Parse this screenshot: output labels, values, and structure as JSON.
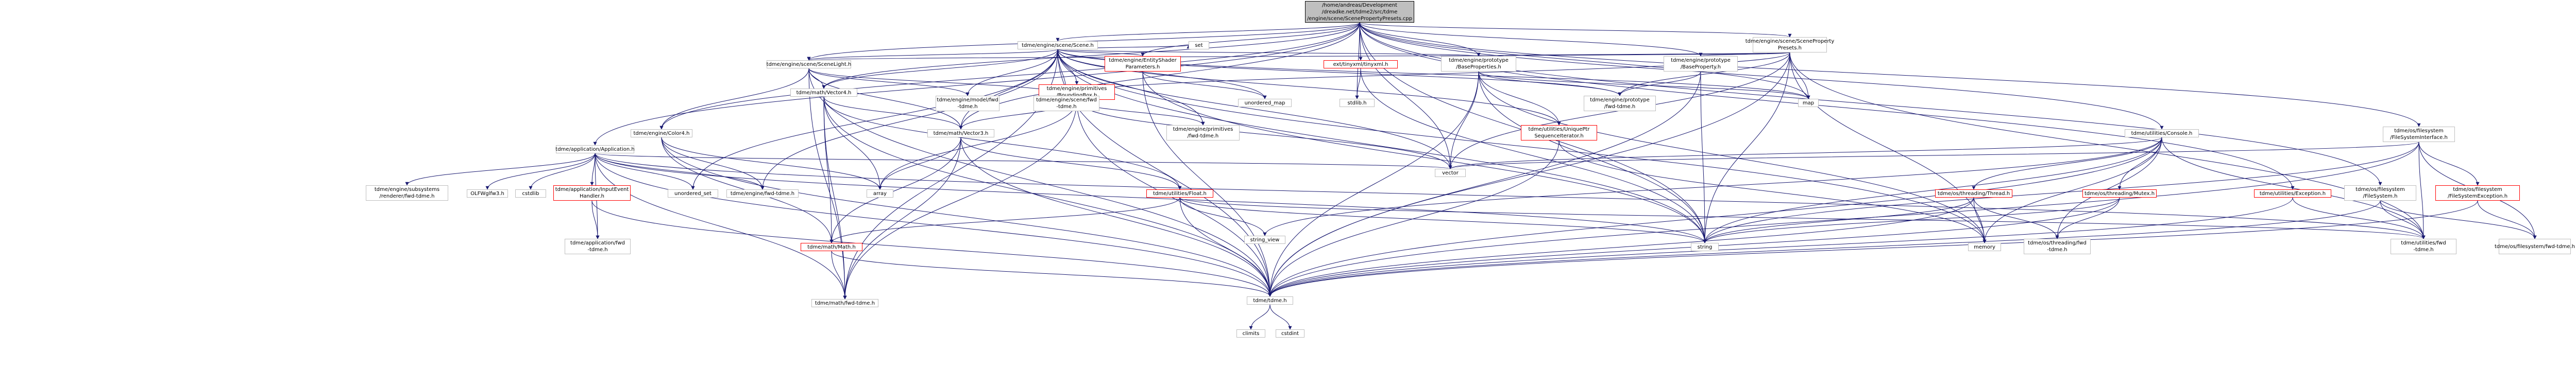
{
  "colors": {
    "edge": "#191970",
    "root_fill": "#bfbfbf",
    "node_border": "#bfbfbf",
    "red_border": "#ff0000"
  },
  "nodes": {
    "n0": "/home/andreas/Development\n/dreadke.net/tdme2/src/tdme\n/engine/scene/ScenePropertyPresets.cpp",
    "n1": "tdme/engine/scene/Scene.h",
    "n2": "tdme/engine/scene/SceneProperty\nPresets.h",
    "n3": "tdme/engine/scene/SceneLight.h",
    "n4": "tdme/engine/EntityShader\nParameters.h",
    "n5": "tdme/engine/prototype\n/BaseProperties.h",
    "n6": "tdme/engine/prototype\n/BaseProperty.h",
    "n7": "tdme/engine/primitives\n/BoundingBox.h",
    "n8": "tdme/math/Vector4.h",
    "n9": "tdme/engine/Color4.h",
    "n10": "tdme/math/Vector3.h",
    "n11": "tdme/application/Application.h",
    "n12": "ext/tinyxml/tinyxml.h",
    "n13": "tdme/utilities/Console.h",
    "n14": "tdme/os/filesystem\n/FileSystemInterface.h",
    "n15": "tdme/os/filesystem\n/FileSystem.h",
    "n16": "tdme/utilities/Exception.h",
    "n17": "tdme/os/filesystem\n/FileSystemException.h",
    "n18": "tdme/os/threading/Thread.h",
    "n19": "tdme/os/threading/Mutex.h",
    "n20": "tdme/utilities/UniquePtr\nSequenceIterator.h",
    "n21": "tdme/utilities/Float.h",
    "n22": "tdme/math/Math.h",
    "n23": "tdme/tdme.h",
    "n24": "tdme/math/fwd-tdme.h",
    "n25": "tdme/engine/fwd-tdme.h",
    "n26": "tdme/engine/scene/fwd\n-tdme.h",
    "n27": "tdme/engine/model/fwd\n-tdme.h",
    "n28": "tdme/engine/primitives\n/fwd-tdme.h",
    "n29": "tdme/engine/prototype\n/fwd-tdme.h",
    "n30": "tdme/application/InputEvent\nHandler.h",
    "n31": "tdme/application/fwd\n-tdme.h",
    "n32": "tdme/engine/subsystems\n/renderer/fwd-tdme.h",
    "n33": "tdme/os/threading/fwd\n-tdme.h",
    "n34": "tdme/os/filesystem/fwd-tdme.h",
    "n35": "tdme/utilities/fwd\n-tdme.h",
    "n36": "OLFWglfw3.h",
    "n37": "cstdlib",
    "n38": "stdlib.h",
    "n39": "unordered_set",
    "n40": "unordered_map",
    "n41": "set",
    "n42": "map",
    "n43": "vector",
    "n44": "string",
    "n45": "array",
    "n46": "memory",
    "n47": "string_view",
    "n48": "climits",
    "n49": "cstdint"
  }
}
